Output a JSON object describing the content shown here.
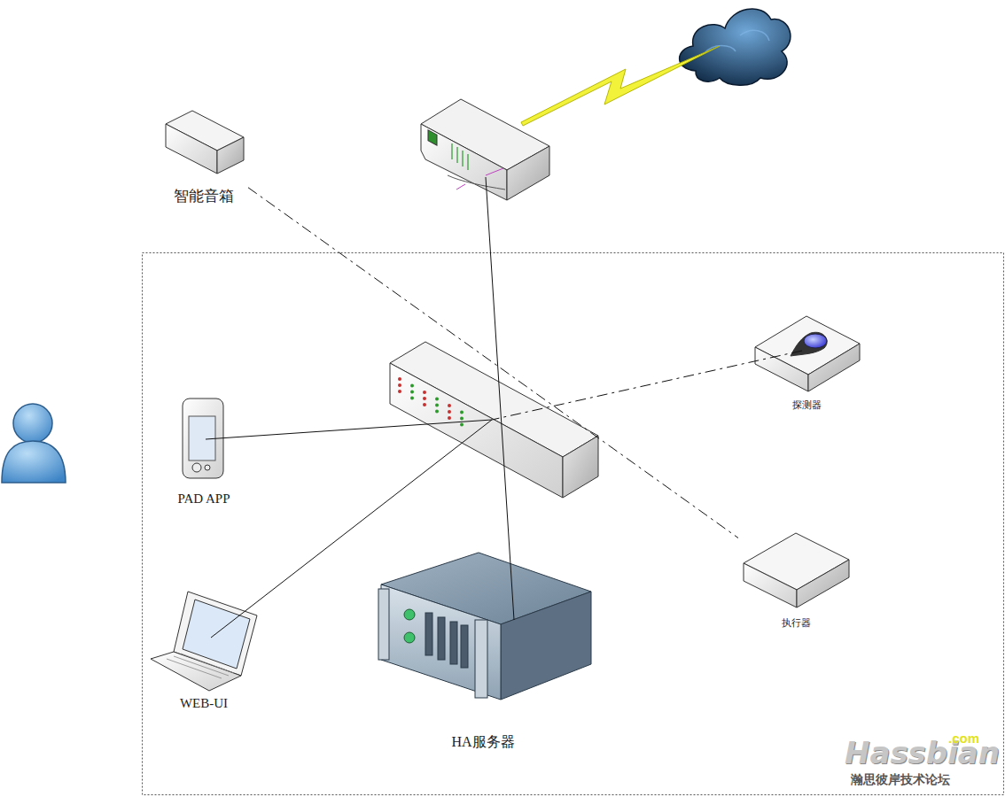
{
  "diagram": {
    "nodes": [
      {
        "text": [
          "智能音箱"
        ]
      },
      {
        "text": [
          "探测器"
        ]
      },
      {
        "text": [
          "PAD APP"
        ]
      },
      {
        "text": [
          "执行器"
        ]
      },
      {
        "text": [
          "WEB-UI"
        ]
      },
      {
        "text": [
          "HA服务器"
        ]
      }
    ],
    "edges": [
      {
        "from": 0,
        "to": 3,
        "arrow": "none"
      }
    ],
    "labels": [
      "Hassbian",
      ".com",
      "瀚思彼岸技术论坛"
    ]
  }
}
